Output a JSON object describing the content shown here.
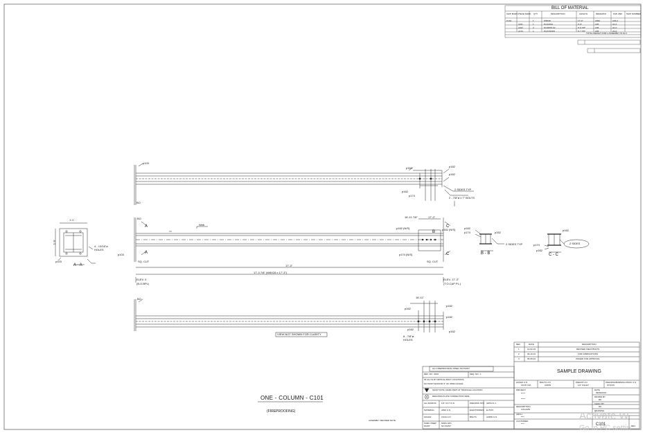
{
  "bom": {
    "title": "BILL OF MATERIAL",
    "headers": [
      "SHIP MARK",
      "PIECE MARK",
      "QTY",
      "DESCRIPTION",
      "LENGTH",
      "REMARKS",
      "FAB. REF",
      "SHIP NUMBER"
    ],
    "rows": [
      [
        "C101",
        "",
        "1",
        "W8X28",
        "17'-3\"",
        "A992",
        "A36-2",
        ""
      ],
      [
        "",
        "p101",
        "1",
        "PL3/4X10",
        "0'-9\"",
        "A36",
        "A1-0",
        ""
      ],
      [
        "",
        "p102",
        "2",
        "PL3/8X8 1/2",
        "0'-9 7/8\"",
        "A36",
        "A1-0",
        ""
      ],
      [
        "",
        "p174",
        "1",
        "PL3/16X3/8",
        "0'-7 7/8\"",
        "A36",
        "A1-0",
        ""
      ]
    ],
    "total": "TOTAL WEIGHT FOR 1 ASSEMBLY W 32.0"
  },
  "elevation": {
    "labels": {
      "top_plate": "p103",
      "plate_162": "p162",
      "plate_174": "p174",
      "sides_typ": "2 SIDES TYP",
      "bolts": "2 - 7/8\"ø x 7\" BOLTS",
      "section_b": "B",
      "section_c": "C",
      "dim_16": "16'-11 7/8\"",
      "dim_17": "17'-2\"",
      "p162_ns": "p162 (N/S)",
      "p174_ns": "p174 (N/S)",
      "p174_ns2": "p162 (N/S)",
      "ends": "BO",
      "sq_cut": "SQ. CUT",
      "len_17": "17'-3\"",
      "len_17b": "17'-3 7/8\" (W8X28 x 17'-3\")",
      "elev_left": "ELEV. 0",
      "elev_left2": "(B.O.BPL)",
      "elev_right": "ELEV. 17'-3\"",
      "elev_right2": "(T.O.CAP PL.)",
      "web": "Web",
      "sect_a": "A",
      "dim_bottom": "16'-11\"",
      "holes_note": "8 - 7/8\"ø\nHOLES",
      "view_note": "VIEW NOT SHOWN FOR CLARITY"
    }
  },
  "sections": {
    "aa_label": "A - A",
    "aa_dim_top": "1'-0",
    "aa_dim_left": "1'-0",
    "aa_holes": "4 - 13/16\"ø\nHOLES",
    "aa_plate": "p103",
    "bb_label": "B - B",
    "bb_plate1": "p162",
    "bb_plate2": "p174",
    "bb_sides": "2 SIDES TYP",
    "cc_label": "C - C",
    "cc_plate1": "p162",
    "cc_plate2": "p174",
    "cc_sides": "2 SIDES"
  },
  "main_title": "ONE - COLUMN - C101",
  "sub_title": "(FIREPROOFING)",
  "notes": {
    "header": "ALL FIREPROOFING STEEL NO PAINT",
    "ref_no": "REF. NO.: 0102",
    "seq_no": "SEQ. NO.: 1",
    "note1": "AT ALL SLIP CRITICAL BOLT LOCATIONS,",
    "note2": "NO PAINT AROUND 3\" OF OPEN HOLES",
    "shop_note": "SHOP NOTE: MARK PART AT TRIANGLE LOCATION",
    "denotes": "DENOTES PLATE CONNECTION SIDE",
    "all_radius": "ALL RADIUS:",
    "radius_val": "1/2\" CO.T.U.N",
    "welding_std": "WELDING STD:",
    "welding_val": "AWS D1.1",
    "material": "MATERIAL:",
    "material_val": "A992 U.N",
    "electrodes": "ELECTRODES:",
    "electrodes_val": "E-70XX",
    "holes": "HOLES:",
    "holes_val": "13/16 U.N",
    "bolts": "BOLTS:",
    "bolts_val": "A325N U.N",
    "surf_prep": "SURF. PREP:",
    "surf_val": "SSPC-SP1",
    "paint": "PAINT:",
    "paint_val": "NO PAINT",
    "assembly": "ASSEMBLY REVISED NOTE"
  },
  "revisions": {
    "headers": [
      "REV",
      "DATE",
      "DESCRIPTION"
    ],
    "rows": [
      [
        "1",
        "12-02-19",
        "REVISED FIELD BOLTS"
      ],
      [
        "2",
        "09-10-19",
        "FOR FABRICATIONS"
      ],
      [
        "3",
        "06-08-19",
        "ISSUED FOR APPROVAL"
      ]
    ]
  },
  "title_block": {
    "drawing_title": "SAMPLE DRAWING",
    "holes_label": "HOLES U.N",
    "holes_val": "13/16\" DIA",
    "bolts_label": "BOLTS U.N",
    "bolts_val": "A325N",
    "welds_label": "WELDS U.N",
    "welds_val": "1/4\" FILLET",
    "welding_proc_label": "WELDING/BURNING PROC U.N",
    "welding_proc_val": "STICKS",
    "project_label": "PROJECT",
    "project_val": "*****",
    "date_label": "DATE",
    "date_val": "09/09/2019",
    "drawn_label": "DRAWN BY",
    "drawn_val": "RK",
    "desc_label": "DESCRIPTION",
    "desc_val": "COLUMN",
    "chkd_label": "CHKD. BY",
    "chkd_val": "NK",
    "arch_label": "ARCH.",
    "arch_val": "****",
    "drawing_no_label": "DRAWING",
    "drawing_no": "C101",
    "customer_label": "CUSTOMER",
    "customer_val": "****",
    "rev_label": "REV."
  },
  "watermark": {
    "line1": "Activate W",
    "line2": "Go to PC settin"
  }
}
